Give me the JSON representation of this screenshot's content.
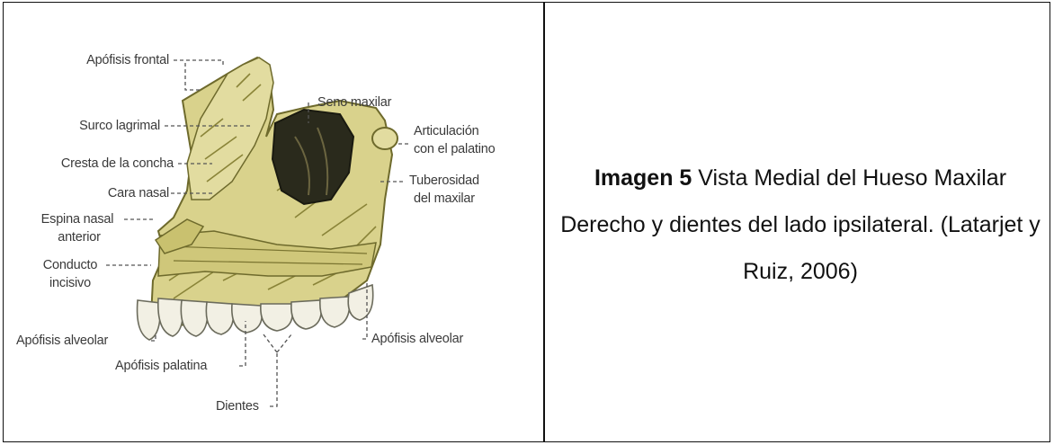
{
  "figure": {
    "labels": {
      "apofisis_frontal": "Apófisis frontal",
      "surco_lagrimal": "Surco lagrimal",
      "cresta_concha": "Cresta de la concha",
      "cara_nasal": "Cara nasal",
      "espina_nasal_1": "Espina nasal",
      "espina_nasal_2": "anterior",
      "conducto_1": "Conducto",
      "conducto_2": "incisivo",
      "apofisis_alveolar_left": "Apófisis alveolar",
      "apofisis_palatina": "Apófisis palatina",
      "dientes": "Dientes",
      "seno_maxilar": "Seno maxilar",
      "articulacion_1": "Articulación",
      "articulacion_2": "con el palatino",
      "tuberosidad_1": "Tuberosidad",
      "tuberosidad_2": "del maxilar",
      "apofisis_alveolar_right": "Apófisis alveolar"
    },
    "colors": {
      "bone": "#d9d28c",
      "bone_dark": "#8a8438",
      "sinus": "#2a2a1c",
      "leader": "#555555"
    }
  },
  "caption": {
    "bold": "Imagen 5",
    "text": " Vista Medial del Hueso Maxilar Derecho y dientes del lado ipsilateral. (Latarjet y Ruiz, 2006)"
  }
}
